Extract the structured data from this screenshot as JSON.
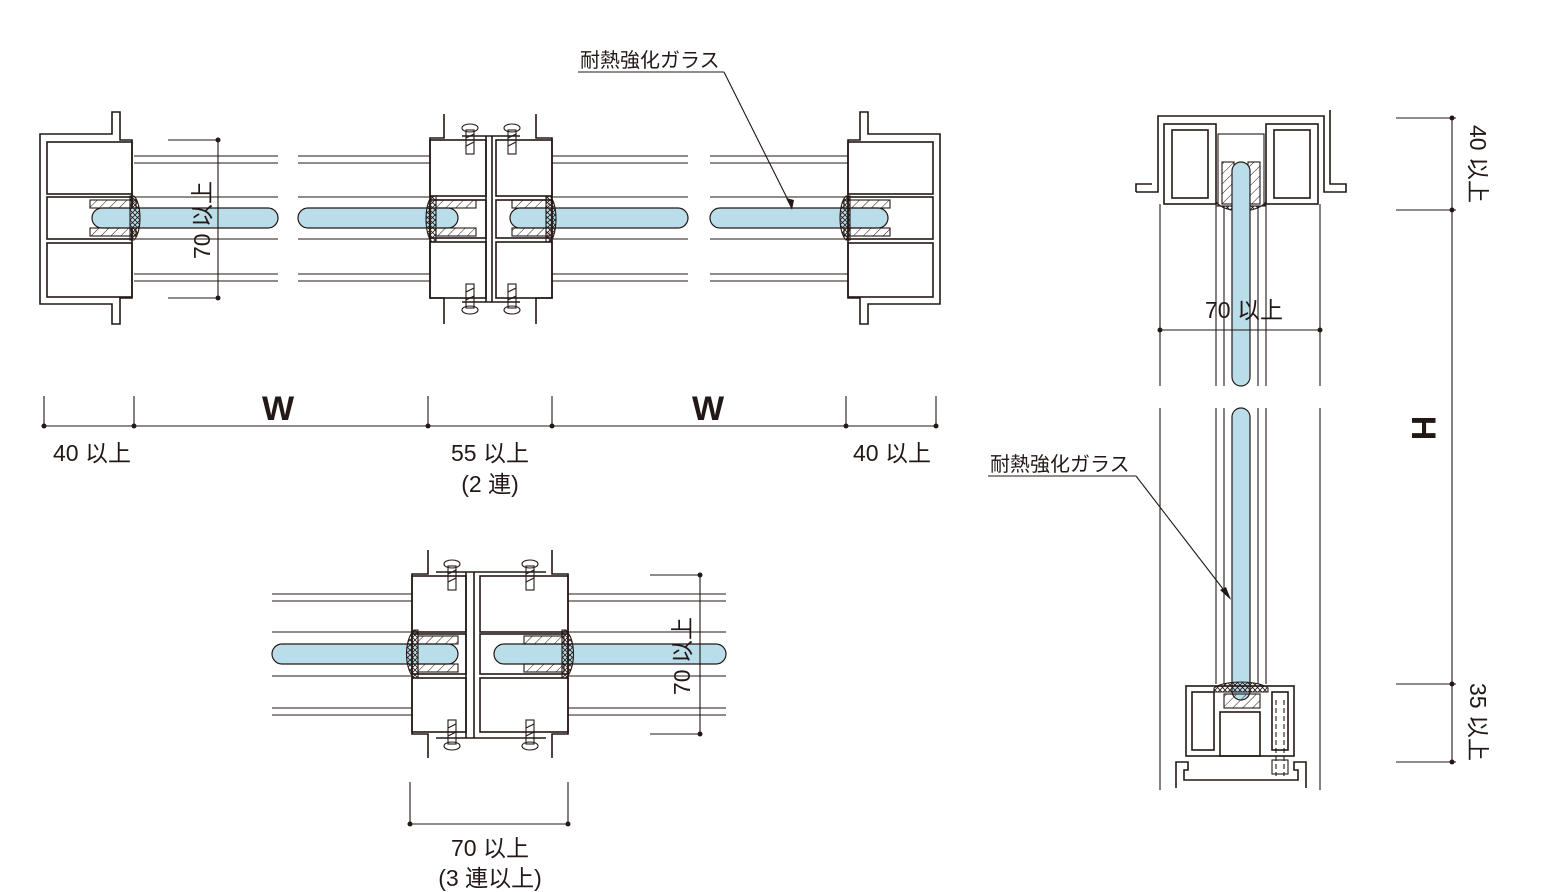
{
  "labels": {
    "glass_note_top": "耐熱強化ガラス",
    "glass_note_right": "耐熱強化ガラス",
    "dim_frame_depth_plan": "70 以上",
    "dim_left_margin": "40 以上",
    "dim_width_1": "W",
    "dim_center_gap": "55 以上",
    "dim_center_gap_note": "(2 連)",
    "dim_width_2": "W",
    "dim_right_margin": "40 以上",
    "dim_mullion_depth": "70 以上",
    "dim_mullion_width": "70 以上",
    "dim_mullion_width_note": "(3 連以上)",
    "dim_section_depth": "70 以上",
    "dim_top_margin": "40 以上",
    "dim_height": "H",
    "dim_bottom_margin": "35 以上"
  },
  "colors": {
    "line": "#231815",
    "glass": "#b9dde9",
    "background": "#ffffff"
  }
}
